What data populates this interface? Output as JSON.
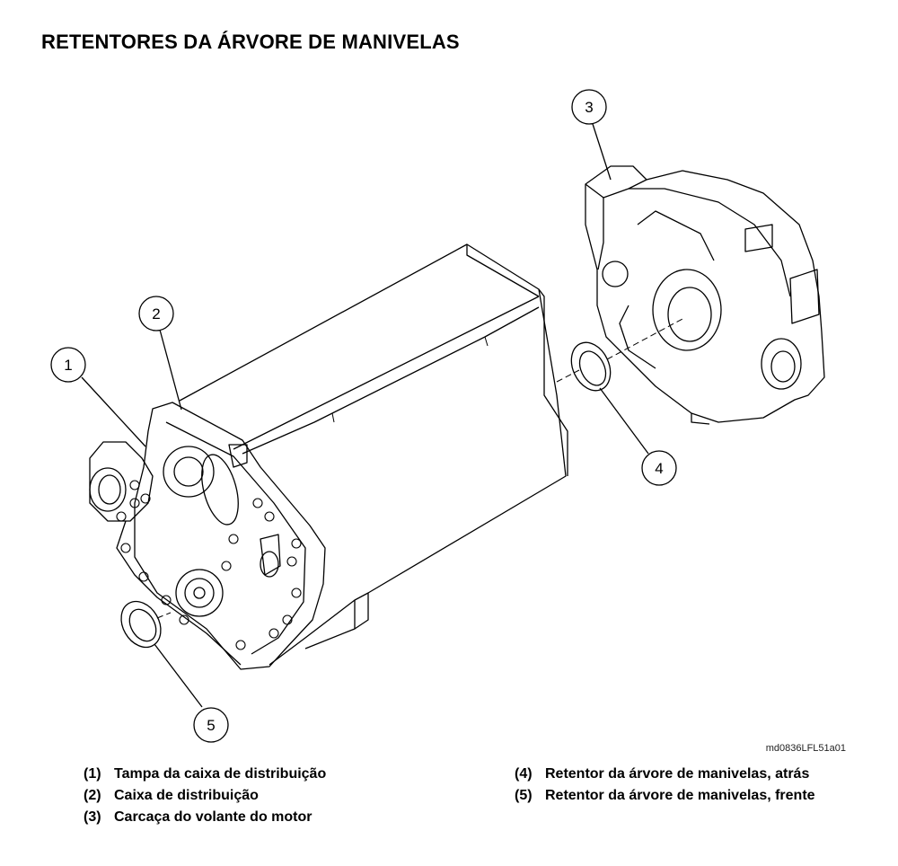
{
  "title": "RETENTORES DA ÁRVORE DE MANIVELAS",
  "figure_code": "md0836LFL51a01",
  "callouts": [
    "1",
    "2",
    "3",
    "4",
    "5"
  ],
  "legend": {
    "left": [
      {
        "num": "(1)",
        "label": "Tampa da caixa de distribuição"
      },
      {
        "num": "(2)",
        "label": "Caixa de distribuição"
      },
      {
        "num": "(3)",
        "label": "Carcaça do volante do motor"
      }
    ],
    "right": [
      {
        "num": "(4)",
        "label": "Retentor da árvore de manivelas, atrás"
      },
      {
        "num": "(5)",
        "label": "Retentor da árvore de manivelas, frente"
      }
    ]
  }
}
